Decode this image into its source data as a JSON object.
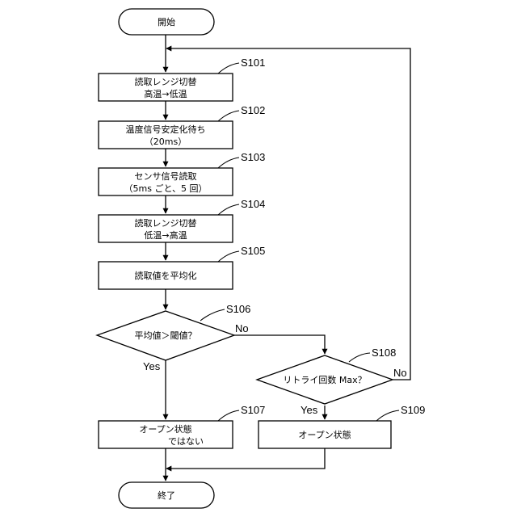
{
  "nodes": {
    "start": {
      "text": "開始"
    },
    "s101": {
      "id": "S101",
      "line1": "読取レンジ切替",
      "line2": "高温→低温"
    },
    "s102": {
      "id": "S102",
      "line1": "温度信号安定化待ち",
      "line2": "（20ms）"
    },
    "s103": {
      "id": "S103",
      "line1": "センサ信号読取",
      "line2": "（5ms ごと、5 回）"
    },
    "s104": {
      "id": "S104",
      "line1": "読取レンジ切替",
      "line2": "低温→高温"
    },
    "s105": {
      "id": "S105",
      "line1": "読取値を平均化"
    },
    "s106": {
      "id": "S106",
      "line1": "平均値＞閾値？"
    },
    "s107": {
      "id": "S107",
      "line1": "オープン状態",
      "line2": "ではない"
    },
    "s108": {
      "id": "S108",
      "line1": "リトライ回数 Max？"
    },
    "s109": {
      "id": "S109",
      "line1": "オープン状態"
    },
    "end": {
      "text": "終了"
    }
  },
  "branches": {
    "s106_yes": "Yes",
    "s106_no": "No",
    "s108_yes": "Yes",
    "s108_no": "No"
  }
}
